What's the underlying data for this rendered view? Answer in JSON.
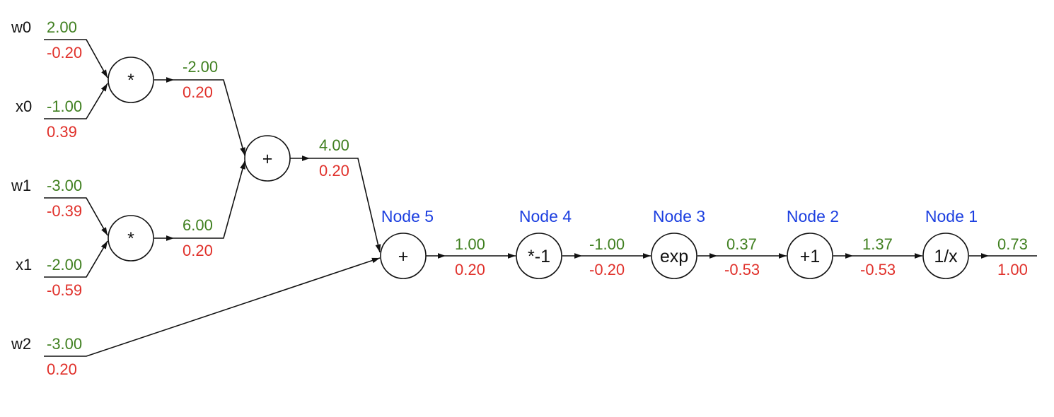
{
  "colors": {
    "forward_value": "#3f7f1f",
    "gradient_value": "#e0302a",
    "node_label": "#1c3fe0",
    "line": "#111111"
  },
  "inputs": [
    {
      "name": "w0",
      "value": "2.00",
      "grad": "-0.20"
    },
    {
      "name": "x0",
      "value": "-1.00",
      "grad": "0.39"
    },
    {
      "name": "w1",
      "value": "-3.00",
      "grad": "-0.39"
    },
    {
      "name": "x1",
      "value": "-2.00",
      "grad": "-0.59"
    },
    {
      "name": "w2",
      "value": "-3.00",
      "grad": "0.20"
    }
  ],
  "gates": [
    {
      "id": "mul0",
      "op": "*",
      "label": ""
    },
    {
      "id": "mul1",
      "op": "*",
      "label": ""
    },
    {
      "id": "add0",
      "op": "+",
      "label": ""
    },
    {
      "id": "node5",
      "op": "+",
      "label": "Node 5"
    },
    {
      "id": "node4",
      "op": "*-1",
      "label": "Node 4"
    },
    {
      "id": "node3",
      "op": "exp",
      "label": "Node 3"
    },
    {
      "id": "node2",
      "op": "+1",
      "label": "Node 2"
    },
    {
      "id": "node1",
      "op": "1/x",
      "label": "Node 1"
    }
  ],
  "edges": [
    {
      "from": "mul0",
      "value": "-2.00",
      "grad": "0.20"
    },
    {
      "from": "mul1",
      "value": "6.00",
      "grad": "0.20"
    },
    {
      "from": "add0",
      "value": "4.00",
      "grad": "0.20"
    },
    {
      "from": "node5",
      "value": "1.00",
      "grad": "0.20"
    },
    {
      "from": "node4",
      "value": "-1.00",
      "grad": "-0.20"
    },
    {
      "from": "node3",
      "value": "0.37",
      "grad": "-0.53"
    },
    {
      "from": "node2",
      "value": "1.37",
      "grad": "-0.53"
    },
    {
      "from": "node1",
      "value": "0.73",
      "grad": "1.00"
    }
  ]
}
